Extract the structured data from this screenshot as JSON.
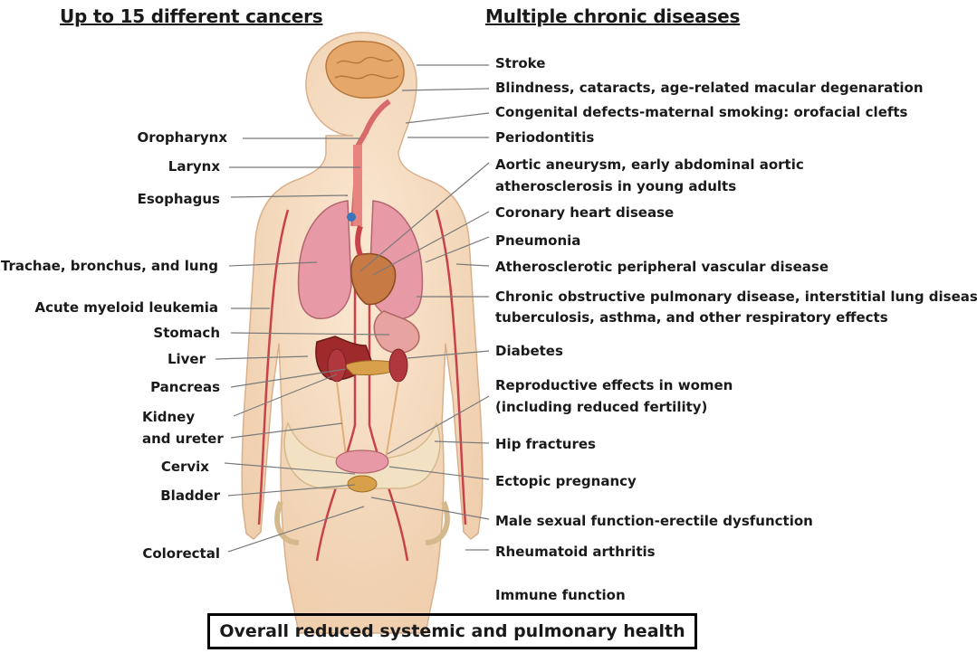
{
  "headings": {
    "left": "Up to 15 different cancers",
    "right": "Multiple chronic diseases"
  },
  "cancers": [
    "Oropharynx",
    "Larynx",
    "Esophagus",
    "Trachae, bronchus, and lung",
    "Acute myeloid leukemia",
    "Stomach",
    "Liver",
    "Pancreas",
    "Kidney",
    "and ureter",
    "Cervix",
    "Bladder",
    "Colorectal"
  ],
  "diseases": [
    "Stroke",
    "Blindness, cataracts, age-related macular degenaration",
    "Congenital defects-maternal smoking: orofacial clefts",
    "Periodontitis",
    "Aortic aneurysm, early abdominal aortic",
    "atherosclerosis in young adults",
    "Coronary heart disease",
    "Pneumonia",
    "Atherosclerotic peripheral vascular disease",
    "Chronic obstructive pulmonary disease, interstitial lung diseases,",
    "tuberculosis, asthma, and other respiratory effects",
    "Diabetes",
    "Reproductive effects in women",
    "(including reduced fertility)",
    "Hip fractures",
    "Ectopic pregnancy",
    "Male sexual function-erectile dysfunction",
    "Rheumatoid arthritis",
    "Immune function"
  ],
  "footer": "Overall reduced systemic and pulmonary health",
  "colors": {
    "skin": "#f6dcc0",
    "skin_outline": "#d9b08c",
    "organ_red": "#c9424a",
    "lung_pink": "#e79aa5",
    "liver_red": "#9e2a2b",
    "gold": "#d8a04a",
    "leader_line": "#777777"
  }
}
